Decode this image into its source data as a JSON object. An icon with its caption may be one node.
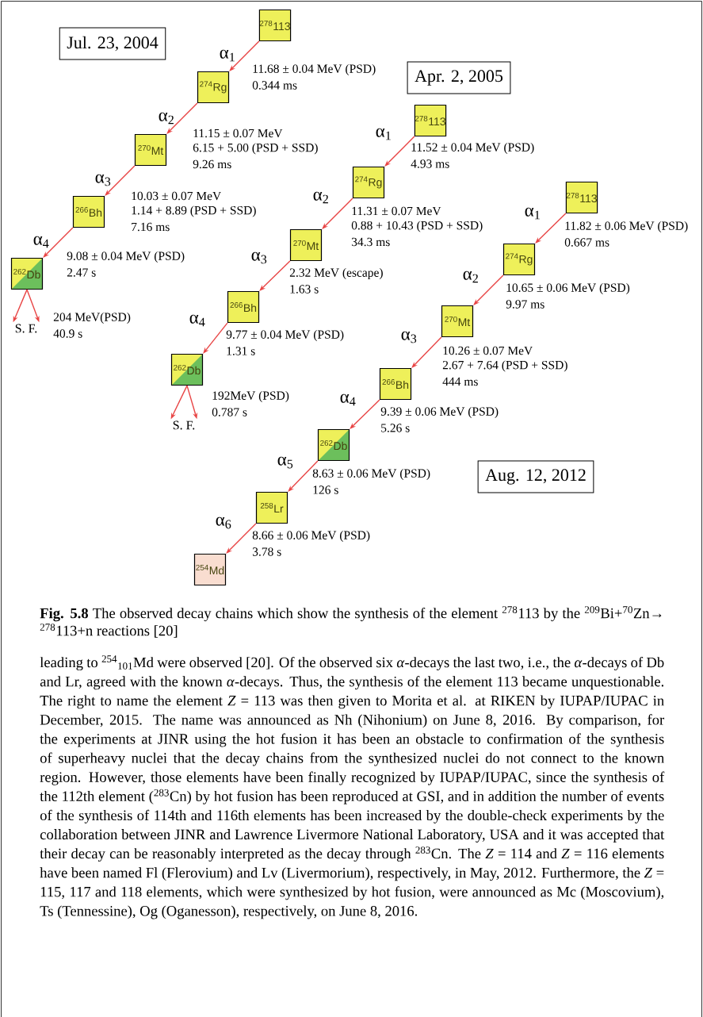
{
  "diagram": {
    "caption": "**Fig. 5.8** The observed decay chains which show the synthesis of the element $^{278}$113 by the $^{209}$Bi+$^{70}$Zn→ $^{278}$113+n reactions [20]",
    "nodes": [
      {
        "text": [
          "Jul. 23, 2004"
        ]
      },
      {
        "text": [
          "$^{278}$113"
        ],
        "beside": [
          "11.68 ± 0.04 MeV (PSD)",
          "0.344 ms"
        ]
      },
      {
        "text": [
          "$^{274}$Rg"
        ],
        "beside": [
          "11.15 ± 0.07 MeV",
          "6.15 + 5.00 (PSD + SSD)",
          "9.26 ms"
        ]
      },
      {
        "text": [
          "$^{270}$Mt"
        ],
        "beside": [
          "10.03 ± 0.07 MeV",
          "1.14 + 8.89 (PSD + SSD)",
          "7.16 ms"
        ]
      },
      {
        "text": [
          "$^{266}$Bh"
        ],
        "beside": [
          "9.08 ± 0.04 MeV (PSD)",
          "2.47 s"
        ]
      },
      {
        "text": [
          "$^{262}$Db"
        ],
        "beside": [
          "204 MeV(PSD)",
          "40.9 s"
        ]
      },
      {
        "text": [
          "S. F."
        ]
      },
      {
        "text": [
          "Apr. 2, 2005"
        ]
      },
      {
        "text": [
          "$^{278}$113"
        ],
        "beside": [
          "11.52 ± 0.04 MeV (PSD)",
          "4.93 ms"
        ]
      },
      {
        "text": [
          "$^{274}$Rg"
        ],
        "beside": [
          "11.31 ± 0.07 MeV",
          "0.88 + 10.43 (PSD + SSD)",
          "34.3 ms"
        ]
      },
      {
        "text": [
          "$^{270}$Mt"
        ],
        "beside": [
          "2.32 MeV (escape)",
          "1.63 s"
        ]
      },
      {
        "text": [
          "$^{266}$Bh"
        ],
        "beside": [
          "9.77 ± 0.04 MeV (PSD)",
          "1.31 s"
        ]
      },
      {
        "text": [
          "$^{262}$Db"
        ],
        "beside": [
          "192MeV (PSD)",
          "0.787 s"
        ]
      },
      {
        "text": [
          "S. F."
        ]
      },
      {
        "text": [
          "$^{278}$113"
        ],
        "beside": [
          "11.82 ± 0.06 MeV (PSD)",
          "0.667 ms"
        ]
      },
      {
        "text": [
          "$^{274}$Rg"
        ],
        "beside": [
          "10.65 ± 0.06 MeV (PSD)",
          "9.97 ms"
        ]
      },
      {
        "text": [
          "$^{270}$Mt"
        ],
        "beside": [
          "10.26 ± 0.07 MeV",
          "2.67 + 7.64 (PSD + SSD)",
          "444 ms"
        ]
      },
      {
        "text": [
          "$^{266}$Bh"
        ],
        "beside": [
          "9.39 ± 0.06 MeV (PSD)",
          "5.26 s"
        ]
      },
      {
        "text": [
          "$^{262}$Db"
        ],
        "beside": [
          "8.63 ± 0.06 MeV (PSD)",
          "126 s"
        ]
      },
      {
        "text": [
          "$^{258}$Lr"
        ],
        "beside": [
          "8.66 ± 0.06 MeV (PSD)",
          "3.78 s"
        ]
      },
      {
        "text": [
          "$^{254}$Md"
        ]
      },
      {
        "text": [
          "Aug. 12, 2012"
        ]
      }
    ],
    "edges": [
      {
        "from": 1,
        "to": 2,
        "arrow": "to",
        "label": "α$_{1}$"
      },
      {
        "from": 2,
        "to": 3,
        "arrow": "to",
        "label": "α$_{2}$"
      },
      {
        "from": 3,
        "to": 4,
        "arrow": "to",
        "label": "α$_{3}$"
      },
      {
        "from": 4,
        "to": 5,
        "arrow": "to",
        "label": "α$_{4}$"
      },
      {
        "from": 5,
        "to": 6,
        "arrow": "to"
      },
      {
        "from": 5,
        "to": 6,
        "arrow": "to"
      },
      {
        "from": 8,
        "to": 9,
        "arrow": "to",
        "label": "α$_{1}$"
      },
      {
        "from": 9,
        "to": 10,
        "arrow": "to",
        "label": "α$_{2}$"
      },
      {
        "from": 10,
        "to": 11,
        "arrow": "to",
        "label": "α$_{3}$"
      },
      {
        "from": 11,
        "to": 12,
        "arrow": "to",
        "label": "α$_{4}$"
      },
      {
        "from": 12,
        "to": 13,
        "arrow": "to"
      },
      {
        "from": 12,
        "to": 13,
        "arrow": "to"
      },
      {
        "from": 14,
        "to": 15,
        "arrow": "to",
        "label": "α$_{1}$"
      },
      {
        "from": 15,
        "to": 16,
        "arrow": "to",
        "label": "α$_{2}$"
      },
      {
        "from": 16,
        "to": 17,
        "arrow": "to",
        "label": "α$_{3}$"
      },
      {
        "from": 17,
        "to": 18,
        "arrow": "to",
        "label": "α$_{4}$"
      },
      {
        "from": 18,
        "to": 19,
        "arrow": "to",
        "label": "α$_{5}$"
      },
      {
        "from": 19,
        "to": 20,
        "arrow": "to",
        "label": "α$_{6}$"
      }
    ],
    "labels": [
      "leading to $^{254}$$_{101}$Md were observed [20]. Of the observed six *α*-decays the last two, i.e., the *α*-decays of Db and Lr, agreed with the known *α*-decays. Thus, the synthesis of the element 113 became unquestionable. The right to name the element *Z* = 113 was then given to Morita et al. at RIKEN by IUPAP/IUPAC in December, 2015. The name was announced as Nh (Nihonium) on June 8, 2016. By comparison, for the experiments at JINR using the hot fusion it has been an obstacle to confirmation of the synthesis of superheavy nuclei that the decay chains from the synthesized nuclei do not connect to the known region. However, those elements have been finally recognized by IUPAP/IUPAC, since the synthesis of the 112th element ($^{283}$Cn) by hot fusion has been reproduced at GSI, and in addition the number of events of the synthesis of 114th and 116th elements has been increased by the double-check experiments by the collaboration between JINR and Lawrence Livermore National Laboratory, USA and it was accepted that their decay can be reasonably interpreted as the decay through $^{283}$Cn. The *Z* = 114 and *Z* = 116 elements have been named Fl (Flerovium) and Lv (Livermorium), respectively, in May, 2012. Furthermore, the *Z* = 115, 117 and 118 elements, which were synthesized by hot fusion, were announced as Mc (Moscovium), Ts (Tennessine), Og (Oganesson), respectively, on June 8, 2016."
    ]
  }
}
